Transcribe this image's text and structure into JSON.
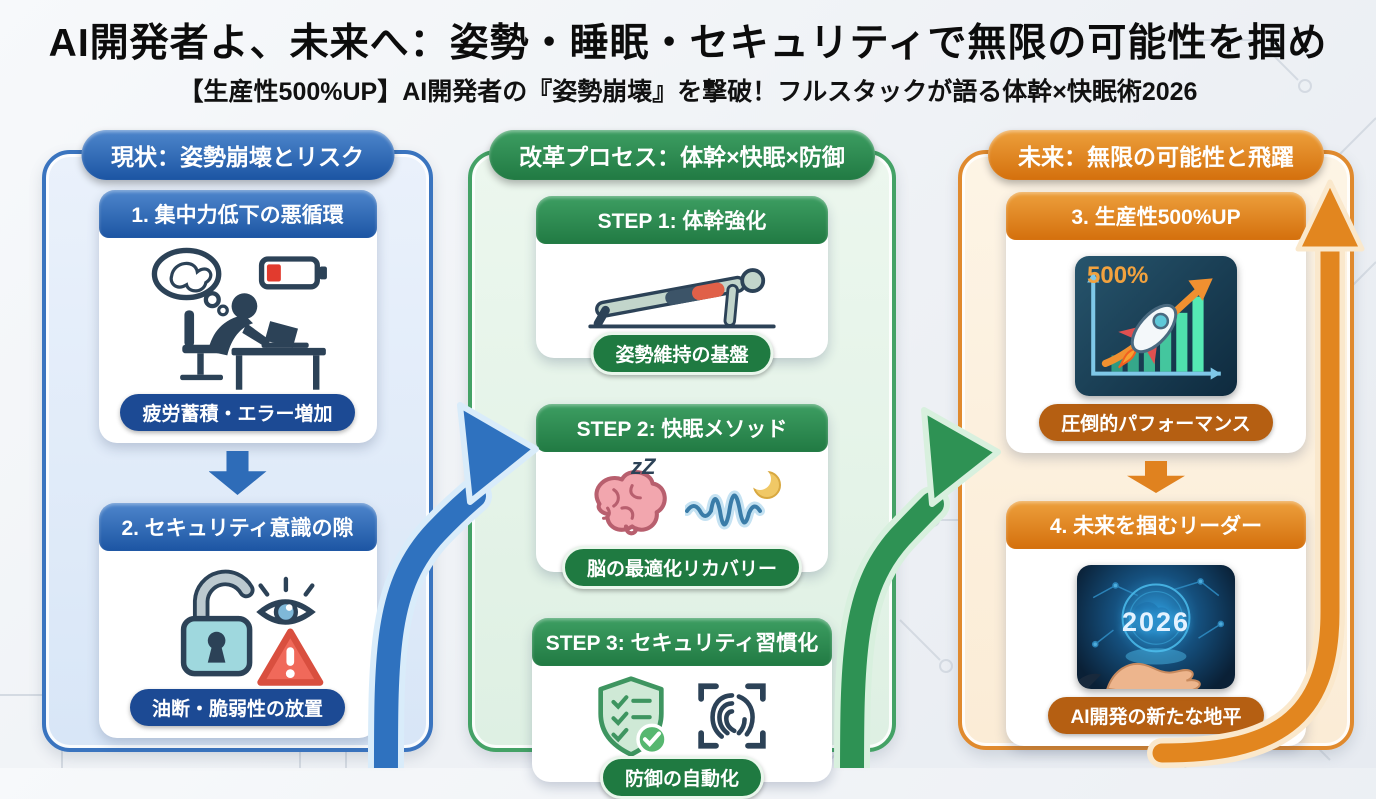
{
  "header": {
    "title": "AI開発者よ、未来へ：姿勢・睡眠・セキュリティで無限の可能性を掴め",
    "subtitle": "【生産性500%UP】AI開発者の『姿勢崩壊』を撃破！フルスタックが語る体幹×快眠術2026"
  },
  "columns": {
    "current": {
      "title": "現状：姿勢崩壊とリスク",
      "accent": "#2e6db8",
      "cards": [
        {
          "title": "1. 集中力低下の悪循環",
          "caption": "疲労蓄積・エラー増加",
          "icons": [
            "thought-bubble-icon",
            "low-battery-icon",
            "slouched-developer-icon"
          ]
        },
        {
          "title": "2. セキュリティ意識の隙",
          "caption": "油断・脆弱性の放置",
          "icons": [
            "open-padlock-icon",
            "eye-icon",
            "warning-triangle-icon"
          ]
        }
      ]
    },
    "process": {
      "title": "改革プロセス：体幹×快眠×防御",
      "accent": "#2e8f55",
      "steps": [
        {
          "title": "STEP 1: 体幹強化",
          "caption": "姿勢維持の基盤",
          "icons": [
            "plank-exercise-icon"
          ]
        },
        {
          "title": "STEP 2: 快眠メソッド",
          "caption": "脳の最適化リカバリー",
          "zz": "zZ",
          "icons": [
            "brain-icon",
            "sleep-zz-icon",
            "waveform-icon",
            "crescent-moon-icon"
          ]
        },
        {
          "title": "STEP 3: セキュリティ習慣化",
          "caption": "防御の自動化",
          "icons": [
            "shield-check-icon",
            "fingerprint-icon"
          ]
        }
      ]
    },
    "future": {
      "title": "未来：無限の可能性と飛躍",
      "accent": "#e07f1e",
      "cards": [
        {
          "title": "3. 生産性500%UP",
          "caption": "圧倒的パフォーマンス",
          "badge": "500%",
          "icons": [
            "growth-chart-icon",
            "rocket-icon",
            "up-arrow-icon"
          ]
        },
        {
          "title": "4. 未来を掴むリーダー",
          "caption": "AI開発の新たな地平",
          "badge": "2026",
          "icons": [
            "globe-in-hand-icon",
            "network-nodes-icon"
          ]
        }
      ]
    }
  }
}
